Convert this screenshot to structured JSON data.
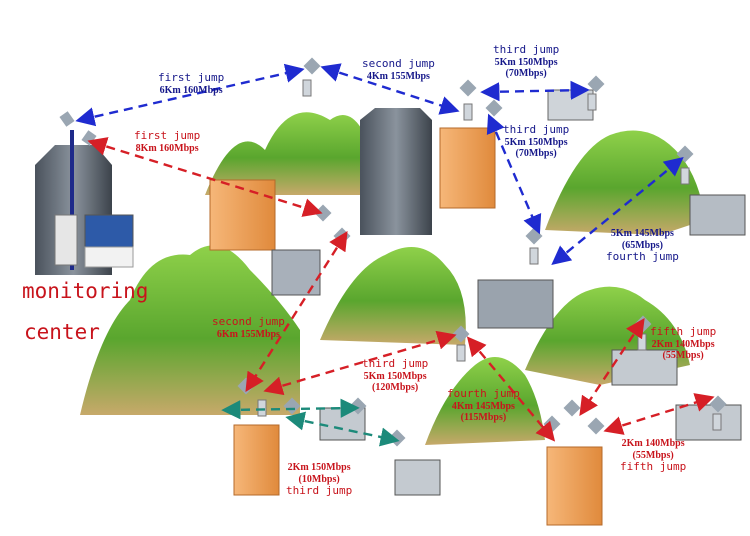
{
  "center_label": [
    "monitoring",
    "center"
  ],
  "blue_links": [
    {
      "jump": "first jump",
      "spec": "6Km 160Mbps",
      "spec2": ""
    },
    {
      "jump": "second jump",
      "spec": "4Km 155Mbps",
      "spec2": ""
    },
    {
      "jump": "third jump",
      "spec": "5Km 150Mbps",
      "spec2": "(70Mbps)"
    },
    {
      "jump": "third jump",
      "spec": "5Km 150Mbps",
      "spec2": "(70Mbps)"
    },
    {
      "jump": "fourth jump",
      "spec": "5Km 145Mbps",
      "spec2": "(65Mbps)"
    }
  ],
  "red_links": [
    {
      "jump": "first jump",
      "spec": "8Km 160Mbps",
      "spec2": ""
    },
    {
      "jump": "second jump",
      "spec": "6Km 155Mbps",
      "spec2": ""
    },
    {
      "jump": "third jump",
      "spec": "5Km 150Mbps",
      "spec2": "(120Mbps)"
    },
    {
      "jump": "fourth jump",
      "spec": "4Km 145Mbps",
      "spec2": "(115Mbps)"
    },
    {
      "jump": "fifth jump",
      "spec": "2Km 140Mbps",
      "spec2": "(55Mbps)"
    },
    {
      "jump": "fifth jump",
      "spec": "2Km 140Mbps",
      "spec2": "(55Mbps)"
    },
    {
      "jump": "third jump",
      "spec": "2Km 150Mbps",
      "spec2": "(10Mbps)"
    }
  ],
  "colors": {
    "blue_link": "#1f2bd0",
    "red_link": "#d61f26",
    "teal_link": "#1c8a7a",
    "hill": "#6ab43a",
    "building_orange": "#f0a35e",
    "building_gray": "#5b6470"
  }
}
